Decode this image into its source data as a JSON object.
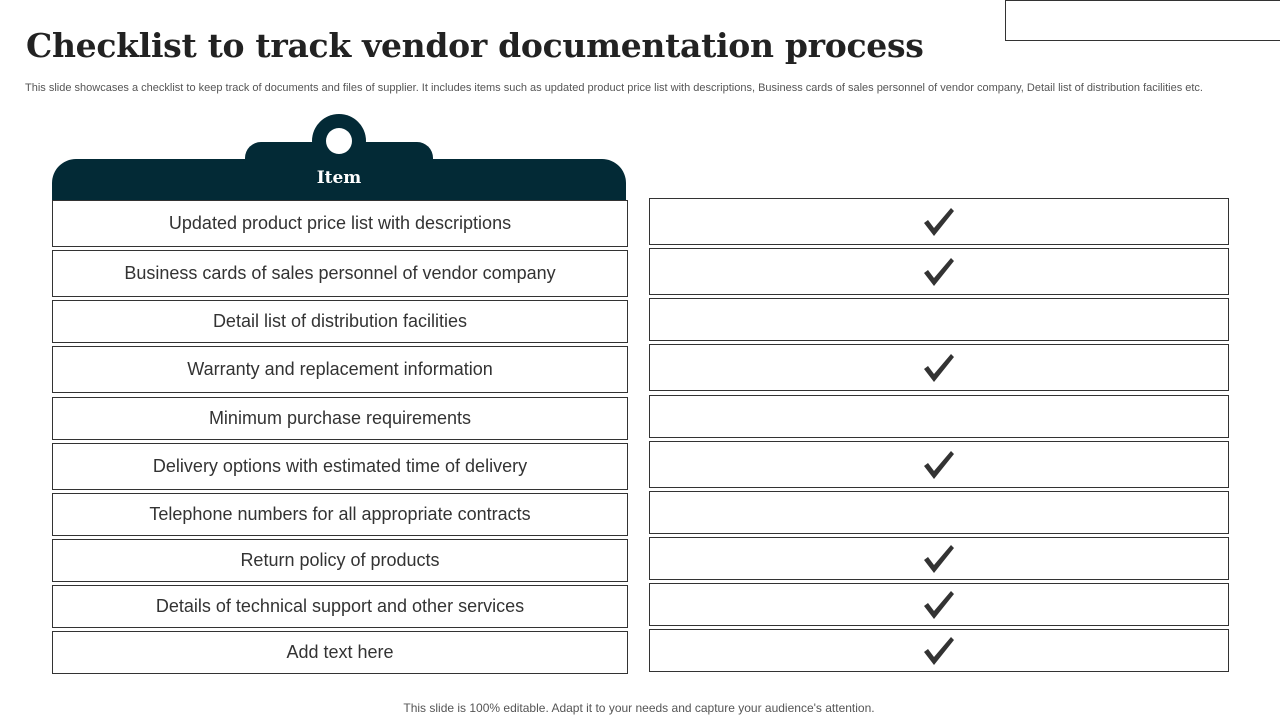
{
  "header": {
    "title": "Checklist to track vendor documentation process",
    "subtitle": "This slide showcases a checklist to keep track of documents and files of supplier. It includes items such as updated product price list with descriptions, Business cards of sales personnel of vendor company, Detail list of distribution facilities etc."
  },
  "table": {
    "column_header": "Item",
    "rows": [
      {
        "label": "Updated product price list with descriptions",
        "checked": true
      },
      {
        "label": "Business cards of sales personnel of vendor company",
        "checked": true
      },
      {
        "label": "Detail list of distribution facilities",
        "checked": false
      },
      {
        "label": "Warranty and replacement information",
        "checked": true
      },
      {
        "label": "Minimum purchase requirements",
        "checked": false
      },
      {
        "label": "Delivery options with estimated time of delivery",
        "checked": true
      },
      {
        "label": "Telephone numbers for all appropriate contracts",
        "checked": false
      },
      {
        "label": "Return policy of products",
        "checked": true
      },
      {
        "label": "Details of technical support and other services",
        "checked": true
      },
      {
        "label": "Add text here",
        "checked": true
      }
    ]
  },
  "footer": {
    "text": "This slide is 100% editable. Adapt it to your needs and capture your audience's attention."
  },
  "colors": {
    "header_fill": "#032a36",
    "check_mark": "#333333"
  },
  "icons": {
    "check": "checkmark-icon"
  }
}
